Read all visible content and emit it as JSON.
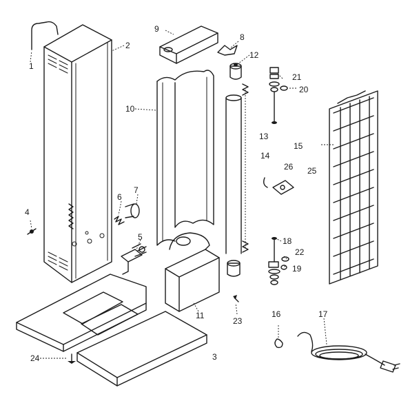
{
  "diagram": {
    "parts": [
      {
        "id": "1",
        "label": "1"
      },
      {
        "id": "2",
        "label": "2"
      },
      {
        "id": "3",
        "label": "3"
      },
      {
        "id": "4",
        "label": "4"
      },
      {
        "id": "5",
        "label": "5"
      },
      {
        "id": "6",
        "label": "6"
      },
      {
        "id": "7",
        "label": "7"
      },
      {
        "id": "8",
        "label": "8"
      },
      {
        "id": "9",
        "label": "9"
      },
      {
        "id": "10",
        "label": "10"
      },
      {
        "id": "11",
        "label": "11"
      },
      {
        "id": "12",
        "label": "12"
      },
      {
        "id": "13",
        "label": "13"
      },
      {
        "id": "14",
        "label": "14"
      },
      {
        "id": "15",
        "label": "15"
      },
      {
        "id": "16",
        "label": "16"
      },
      {
        "id": "17",
        "label": "17"
      },
      {
        "id": "18",
        "label": "18"
      },
      {
        "id": "19",
        "label": "19"
      },
      {
        "id": "20",
        "label": "20"
      },
      {
        "id": "21",
        "label": "21"
      },
      {
        "id": "22",
        "label": "22"
      },
      {
        "id": "23",
        "label": "23"
      },
      {
        "id": "24",
        "label": "24"
      },
      {
        "id": "25",
        "label": "25"
      },
      {
        "id": "26",
        "label": "26"
      }
    ]
  }
}
